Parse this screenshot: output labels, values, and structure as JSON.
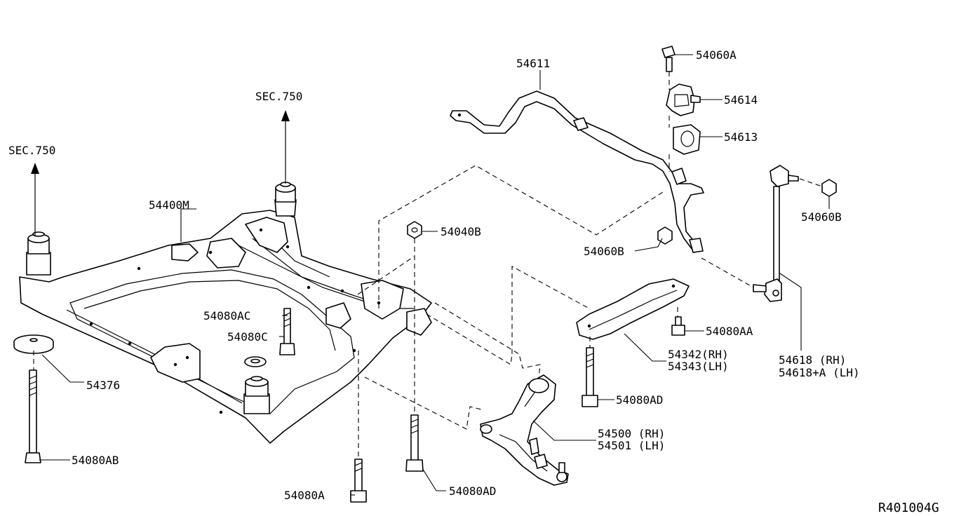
{
  "diagram_code": "R401004G",
  "section_refs": [
    {
      "id": "sec-left",
      "text": "SEC.750"
    },
    {
      "id": "sec-center",
      "text": "SEC.750"
    }
  ],
  "parts": {
    "p54400M": "54400M",
    "p54376": "54376",
    "p54080AB": "54080AB",
    "p54080AC": "54080AC",
    "p54080C": "54080C",
    "p54040B": "54040B",
    "p54080A": "54080A",
    "p54080AD_lower": "54080AD",
    "p54611": "54611",
    "p54060A": "54060A",
    "p54614": "54614",
    "p54613": "54613",
    "p54060B_right": "54060B",
    "p54060B_left": "54060B",
    "p54080AA": "54080AA",
    "p54342": "54342(RH)",
    "p54343": "54343(LH)",
    "p54080AD_upper": "54080AD",
    "p54618": "54618 (RH)",
    "p54618A": "54618+A (LH)",
    "p54500": "54500  (RH)",
    "p54501": "54501  (LH)"
  }
}
